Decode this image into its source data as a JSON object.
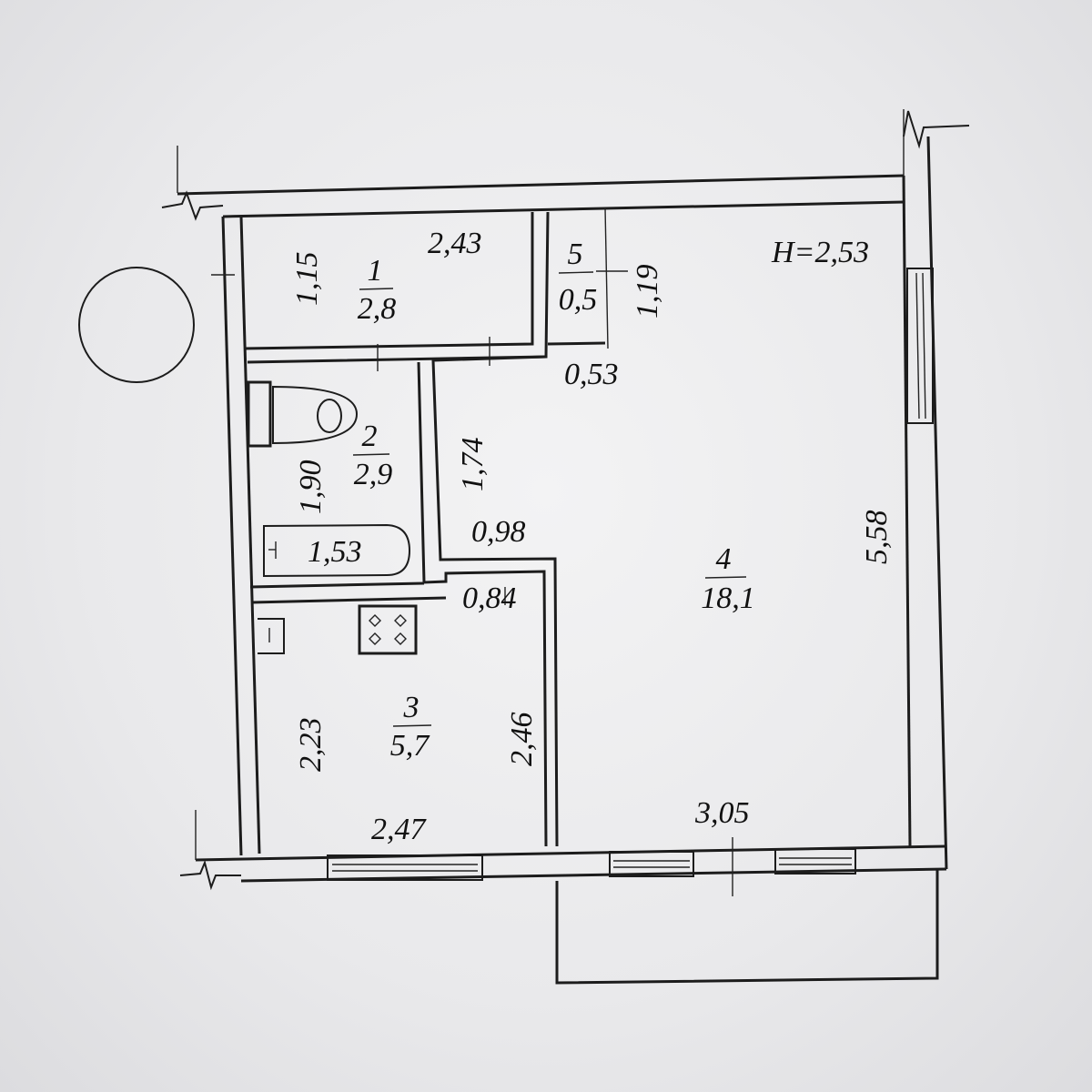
{
  "height_label": "H=2,53",
  "rooms": [
    {
      "number": "1",
      "area": "2,8"
    },
    {
      "number": "2",
      "area": "2,9"
    },
    {
      "number": "3",
      "area": "5,7"
    },
    {
      "number": "4",
      "area": "18,1"
    },
    {
      "number": "5",
      "area": "0,5"
    }
  ],
  "dimensions": {
    "room1_width": "2,43",
    "room1_depth": "1,15",
    "room5_depth": "1,19",
    "room5_width": "0,53",
    "bath_depth": "1,90",
    "corridor_length": "1,74",
    "bathtub_length": "1,53",
    "corridor_width": "0,98",
    "doorway_width": "0,84",
    "kitchen_depth_left": "2,23",
    "kitchen_depth_right": "2,46",
    "kitchen_width": "2,47",
    "living_width": "3,05",
    "living_depth": "5,58"
  }
}
